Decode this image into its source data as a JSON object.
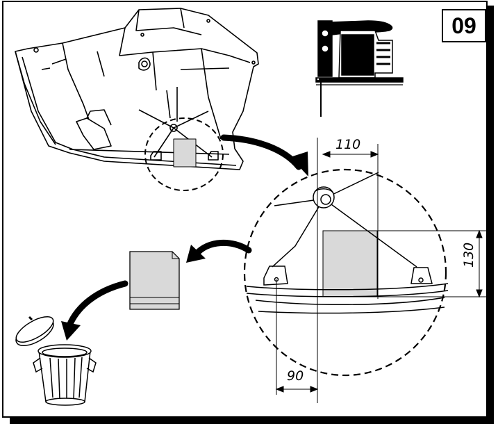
{
  "step": {
    "number": "09"
  },
  "dimensions": {
    "horizontal_top": "110",
    "horizontal_bottom": "90",
    "vertical_right": "130"
  },
  "icons": [
    "jigsaw-icon",
    "trash-can-icon",
    "curved-arrow-icon",
    "cut-panel-icon"
  ],
  "colors": {
    "line": "#000000",
    "shade": "#d9d9d9",
    "background": "#ffffff"
  }
}
